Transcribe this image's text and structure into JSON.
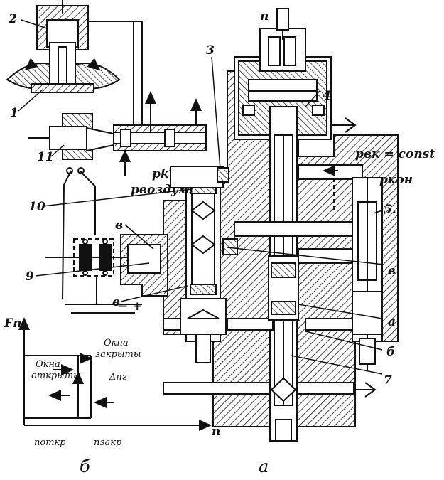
{
  "callouts": {
    "n1": "1",
    "n2": "2",
    "n3": "3",
    "n4": "4",
    "n5": "5.",
    "n7": "7",
    "n9": "9",
    "n10": "10",
    "n11": "11",
    "v1": "в",
    "v2": "в",
    "v3": "в",
    "a": "а",
    "b": "б"
  },
  "pressures": {
    "p_k_prime": "pk′",
    "p_vozdukha": "pвоздуха",
    "p_vk_const": "pвк = const",
    "p_kon": "pкон"
  },
  "shaft": {
    "speed_label": "n"
  },
  "power": {
    "sign": "− +"
  },
  "inset_chart": {
    "y_axis_label": "Fп",
    "x_axis_label": "n",
    "open_windows": "Окна\nоткрыты",
    "closed_windows": "Окна\nзакрыты",
    "delta_n": "Δnг",
    "n_open": "nоткр",
    "n_closed": "nзакр"
  },
  "captions": {
    "left": "б",
    "right": "а"
  },
  "colors": {
    "ink": "#111111",
    "paper": "#ffffff"
  }
}
